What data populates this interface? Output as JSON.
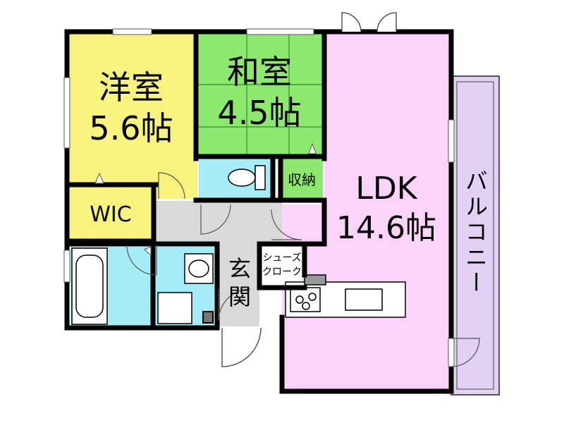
{
  "rooms": {
    "western": {
      "name": "洋室",
      "size": "5.6帖",
      "color": "#f7f37e"
    },
    "japanese": {
      "name": "和室",
      "size": "4.5帖",
      "color": "#8ee870"
    },
    "ldk": {
      "name": "LDK",
      "size": "14.6帖",
      "color": "#fcd3fb"
    },
    "wic": {
      "name": "WIC",
      "color": "#f7f37e"
    },
    "storage": {
      "name": "収納",
      "color": "#8ee870"
    },
    "shoe_closet": {
      "line1": "シューズ",
      "line2": "クローク"
    },
    "entrance": {
      "line1": "玄",
      "line2": "関",
      "color": "#d9d9d9"
    },
    "balcony": {
      "name": "バルコニー",
      "color": "#e3d1f5"
    },
    "wet_area_color": "#a5ecf7",
    "hall_color": "#d9d9d9"
  }
}
